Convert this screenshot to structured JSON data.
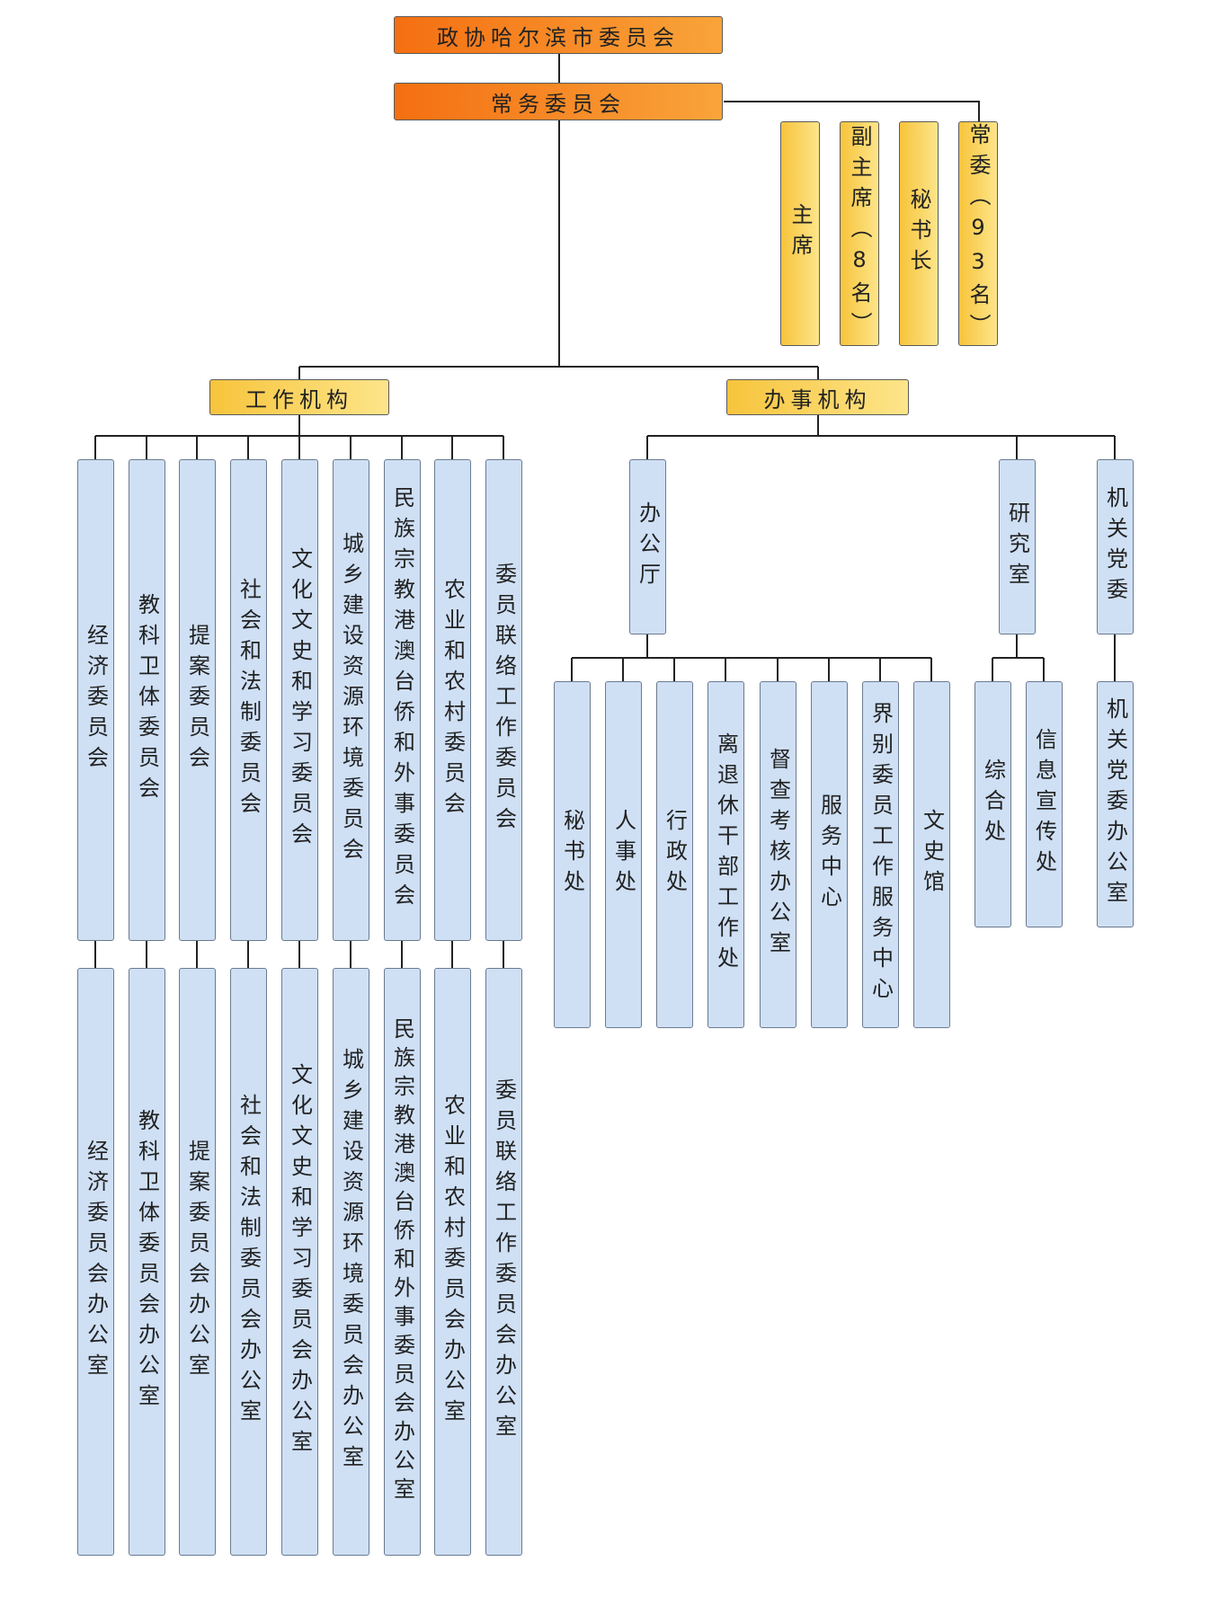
{
  "top": "政协哈尔滨市委员会",
  "standing": "常务委员会",
  "leaders": [
    "主席",
    "副主席（8名）",
    "秘书长",
    "常委（93名）"
  ],
  "work": "工作机构",
  "office": "办事机构",
  "committees": [
    "经济委员会",
    "教科卫体委员会",
    "提案委员会",
    "社会和法制委员会",
    "文化文史和学习委员会",
    "城乡建设资源环境委员会",
    "民族宗教港澳台侨和外事委员会",
    "农业和农村委员会",
    "委员联络工作委员会"
  ],
  "committee_offices": [
    "经济委员会办公室",
    "教科卫体委员会办公室",
    "提案委员会办公室",
    "社会和法制委员会办公室",
    "文化文史和学习委员会办公室",
    "城乡建设资源环境委员会办公室",
    "民族宗教港澳台侨和外事委员会办公室",
    "农业和农村委员会办公室",
    "委员联络工作委员会办公室"
  ],
  "admin_units": [
    "办公厅",
    "研究室",
    "机关党委"
  ],
  "bangongting_children": [
    "秘书处",
    "人事处",
    "行政处",
    "离退休干部工作处",
    "督查考核办公室",
    "服务中心",
    "界别委员工作服务中心",
    "文史馆"
  ],
  "yanjiushi_children": [
    "综合处",
    "信息宣传处"
  ],
  "jiguan_children": [
    "机关党委办公室"
  ]
}
